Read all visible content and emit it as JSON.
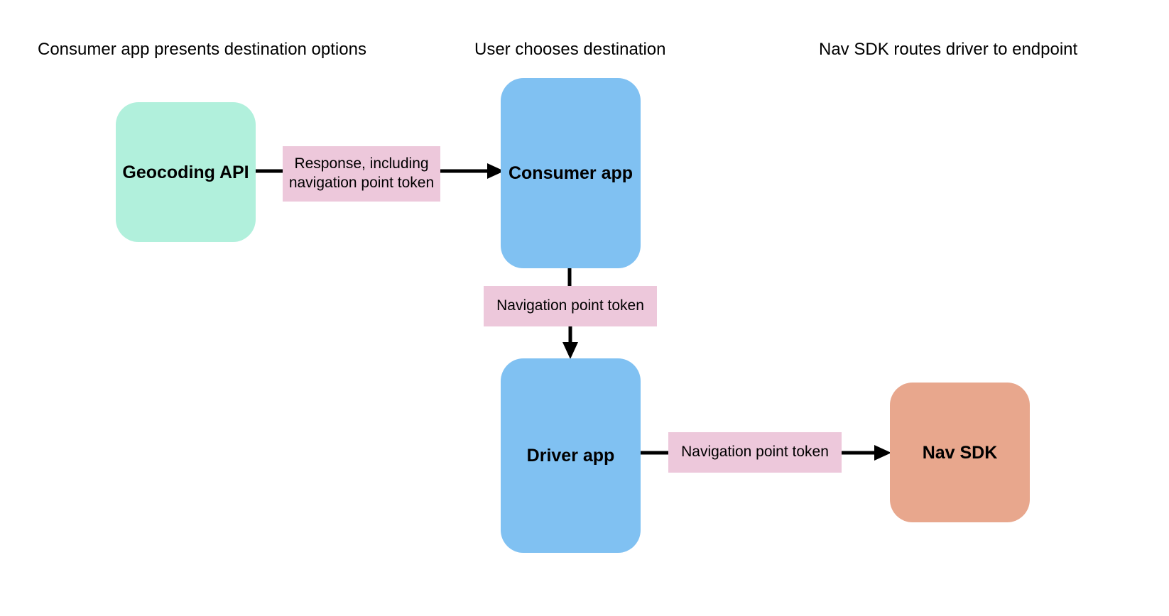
{
  "diagram": {
    "background_color": "#ffffff",
    "headings": [
      {
        "text": "Consumer app presents destination options"
      },
      {
        "text": "User chooses destination"
      },
      {
        "text": "Nav SDK routes driver to endpoint"
      }
    ],
    "nodes": [
      {
        "id": "geocoding-api",
        "label": "Geocoding API",
        "color": "#b1f0dc"
      },
      {
        "id": "consumer-app",
        "label": "Consumer app",
        "color": "#80c1f2"
      },
      {
        "id": "driver-app",
        "label": "Driver app",
        "color": "#80c1f2"
      },
      {
        "id": "nav-sdk",
        "label": "Nav SDK",
        "color": "#e8a78d"
      }
    ],
    "edge_labels": [
      {
        "id": "response-label",
        "text": "Response, including navigation point token",
        "color": "#edc8db"
      },
      {
        "id": "nav-token-vertical",
        "text": "Navigation point token",
        "color": "#edc8db"
      },
      {
        "id": "nav-token-horizontal",
        "text": "Navigation point token",
        "color": "#edc8db"
      }
    ],
    "edges": [
      {
        "from": "geocoding-api",
        "to": "consumer-app",
        "label": "Response, including navigation point token",
        "direction": "right"
      },
      {
        "from": "consumer-app",
        "to": "driver-app",
        "label": "Navigation point token",
        "direction": "down"
      },
      {
        "from": "driver-app",
        "to": "nav-sdk",
        "label": "Navigation point token",
        "direction": "right"
      }
    ],
    "line_color": "#000000"
  }
}
